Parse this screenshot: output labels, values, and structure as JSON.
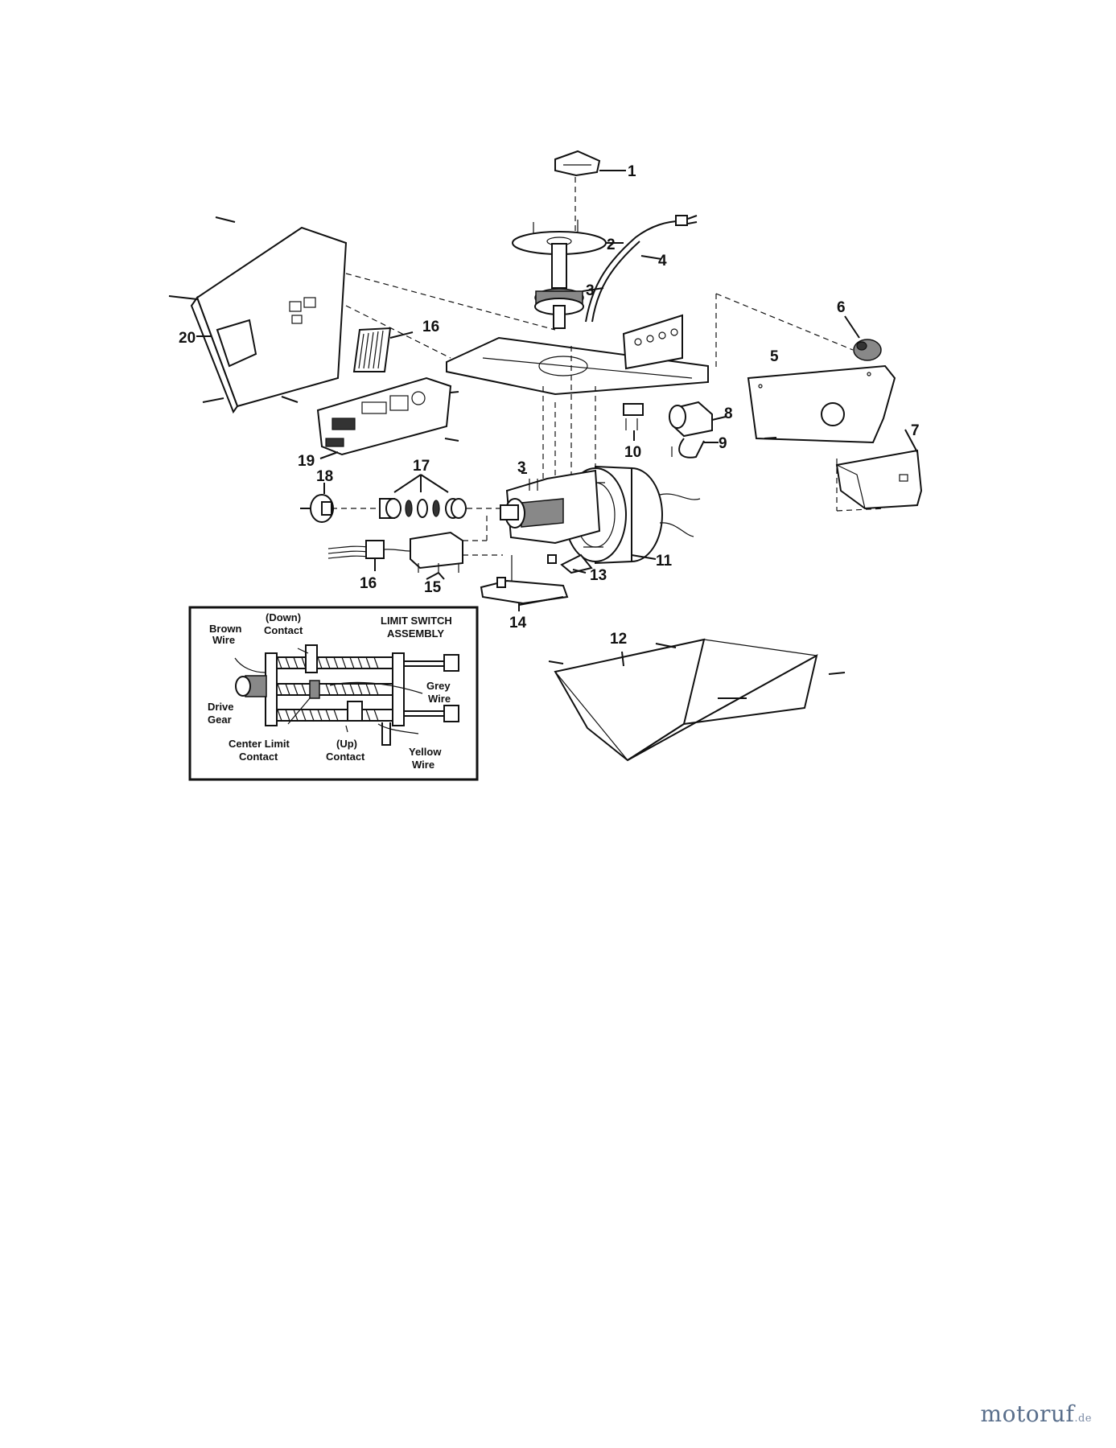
{
  "parts": {
    "p1": "1",
    "p2": "2",
    "p3a": "3",
    "p4": "4",
    "p5": "5",
    "p6": "6",
    "p7": "7",
    "p8": "8",
    "p9": "9",
    "p10": "10",
    "p11": "11",
    "p12": "12",
    "p13": "13",
    "p14": "14",
    "p15": "15",
    "p16a": "16",
    "p16b": "16",
    "p17": "17",
    "p18": "18",
    "p19": "19",
    "p20": "20",
    "p3b": "3"
  },
  "inset": {
    "title_line1": "LIMIT SWITCH",
    "title_line2": "ASSEMBLY",
    "brown_wire_1": "Brown",
    "brown_wire_2": "Wire",
    "down_contact_1": "(Down)",
    "down_contact_2": "Contact",
    "grey_wire_1": "Grey",
    "grey_wire_2": "Wire",
    "drive_gear_1": "Drive",
    "drive_gear_2": "Gear",
    "center_limit_1": "Center Limit",
    "center_limit_2": "Contact",
    "up_contact_1": "(Up)",
    "up_contact_2": "Contact",
    "yellow_wire_1": "Yellow",
    "yellow_wire_2": "Wire"
  },
  "watermark": {
    "brand": "motoruf",
    "tld": ".de",
    "color": "#5a6f8c"
  }
}
